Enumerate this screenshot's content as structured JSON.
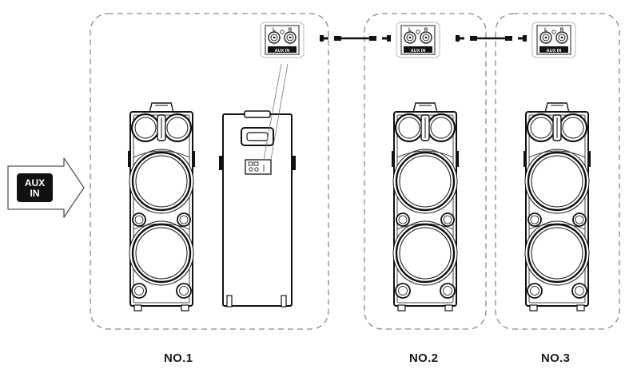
{
  "source_badge": {
    "line1": "AUX",
    "line2": "IN"
  },
  "aux_panel": {
    "left_label": "L",
    "right_label": "R",
    "caption": "AUX IN"
  },
  "units": [
    {
      "label": "NO.1"
    },
    {
      "label": "NO.2"
    },
    {
      "label": "NO.3"
    }
  ]
}
